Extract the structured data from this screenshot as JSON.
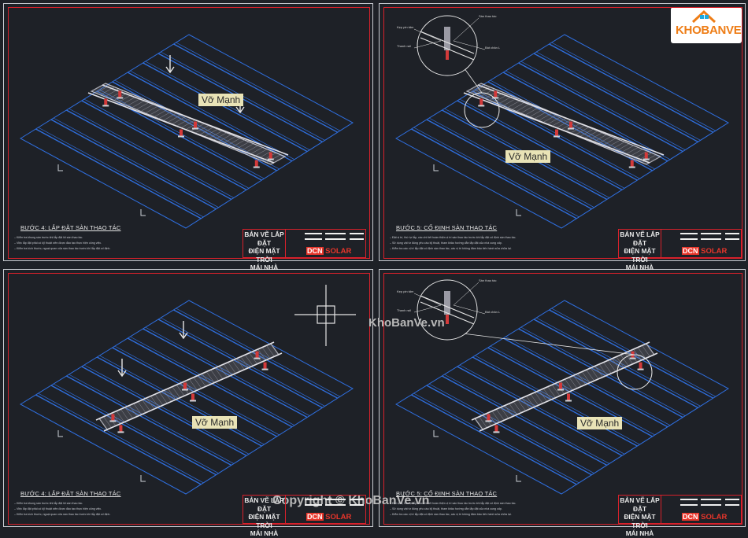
{
  "watermarks": {
    "top_logo": "KHOBANVE",
    "center": "KhoBanVe.vn",
    "bottom": "Copyright © KhoBanVe.vn"
  },
  "colors": {
    "frame": "#d8212b",
    "roof": "#2f6fe0",
    "frame_rail": "#c8c8d0",
    "logo": "#e8352a",
    "tag_bg": "#e9e3b6"
  },
  "panels": [
    {
      "step_title": "BƯỚC 4: LẮP ĐẶT SÀN THAO TÁC",
      "tag": "Vỡ Mạnh",
      "notes": [
        "Kiểm tra khung sàn trước khi lắp đặt lối sàn thao tác.",
        "Việc lắp đặt phải có kỹ thuật viên được đào tạo thực hiện công việc.",
        "Kiểm tra kích thước, ngoại quan của sàn thao tác trước khi lắp đặt cố định."
      ],
      "callout_labels": []
    },
    {
      "step_title": "BƯỚC 5: CỐ ĐỊNH SÀN THAO TÁC",
      "tag": "Vỡ Mạnh",
      "notes": [
        "Đặt vị trí, thứ tự lắp, các chi tiết hoàn thiện vị trí sàn thao tác trước khi lắp đặt cố định sàn thao tác.",
        "Sử dụng vật tư đúng yêu cầu kỹ thuật, tham khảo hướng dẫn lắp đặt của nhà cung cấp.",
        "Kiểm tra các vị trí lắp đặt cố định sàn thao tác, các vị trí không đảm bảo tiến hành sửa chữa lại."
      ],
      "callout_labels": [
        "Kẹp pin tấm",
        "Sàn thao tác",
        "Thanh rail",
        "Bát chân L"
      ]
    },
    {
      "step_title": "BƯỚC 4: LẮP ĐẶT SÀN THAO TÁC",
      "tag": "Vỡ Mạnh",
      "notes": [
        "Kiểm tra khung sàn trước khi lắp đặt lối sàn thao tác.",
        "Việc lắp đặt phải có kỹ thuật viên được đào tạo thực hiện công việc.",
        "Kiểm tra kích thước, ngoại quan của sàn thao tác trước khi lắp đặt cố định."
      ],
      "callout_labels": []
    },
    {
      "step_title": "BƯỚC 5: CỐ ĐỊNH SÀN THAO TÁC",
      "tag": "Vỡ Mạnh",
      "notes": [
        "Đặt vị trí, thứ tự lắp, các chi tiết hoàn thiện vị trí sàn thao tác trước khi lắp đặt cố định sàn thao tác.",
        "Sử dụng vật tư đúng yêu cầu kỹ thuật, tham khảo hướng dẫn lắp đặt của nhà cung cấp.",
        "Kiểm tra các vị trí lắp đặt cố định sàn thao tác, các vị trí không đảm bảo tiến hành sửa chữa lại."
      ],
      "callout_labels": [
        "Kẹp pin tấm",
        "Sàn thao tác",
        "Thanh rail",
        "Bát chân L"
      ]
    }
  ],
  "title_block": {
    "line1": "BẢN VẼ LẮP ĐẶT",
    "line2": "ĐIỆN MẶT TRỜI",
    "line3": "MÁI NHÀ",
    "logo_mark": "DCN",
    "logo_text": "SOLAR"
  }
}
